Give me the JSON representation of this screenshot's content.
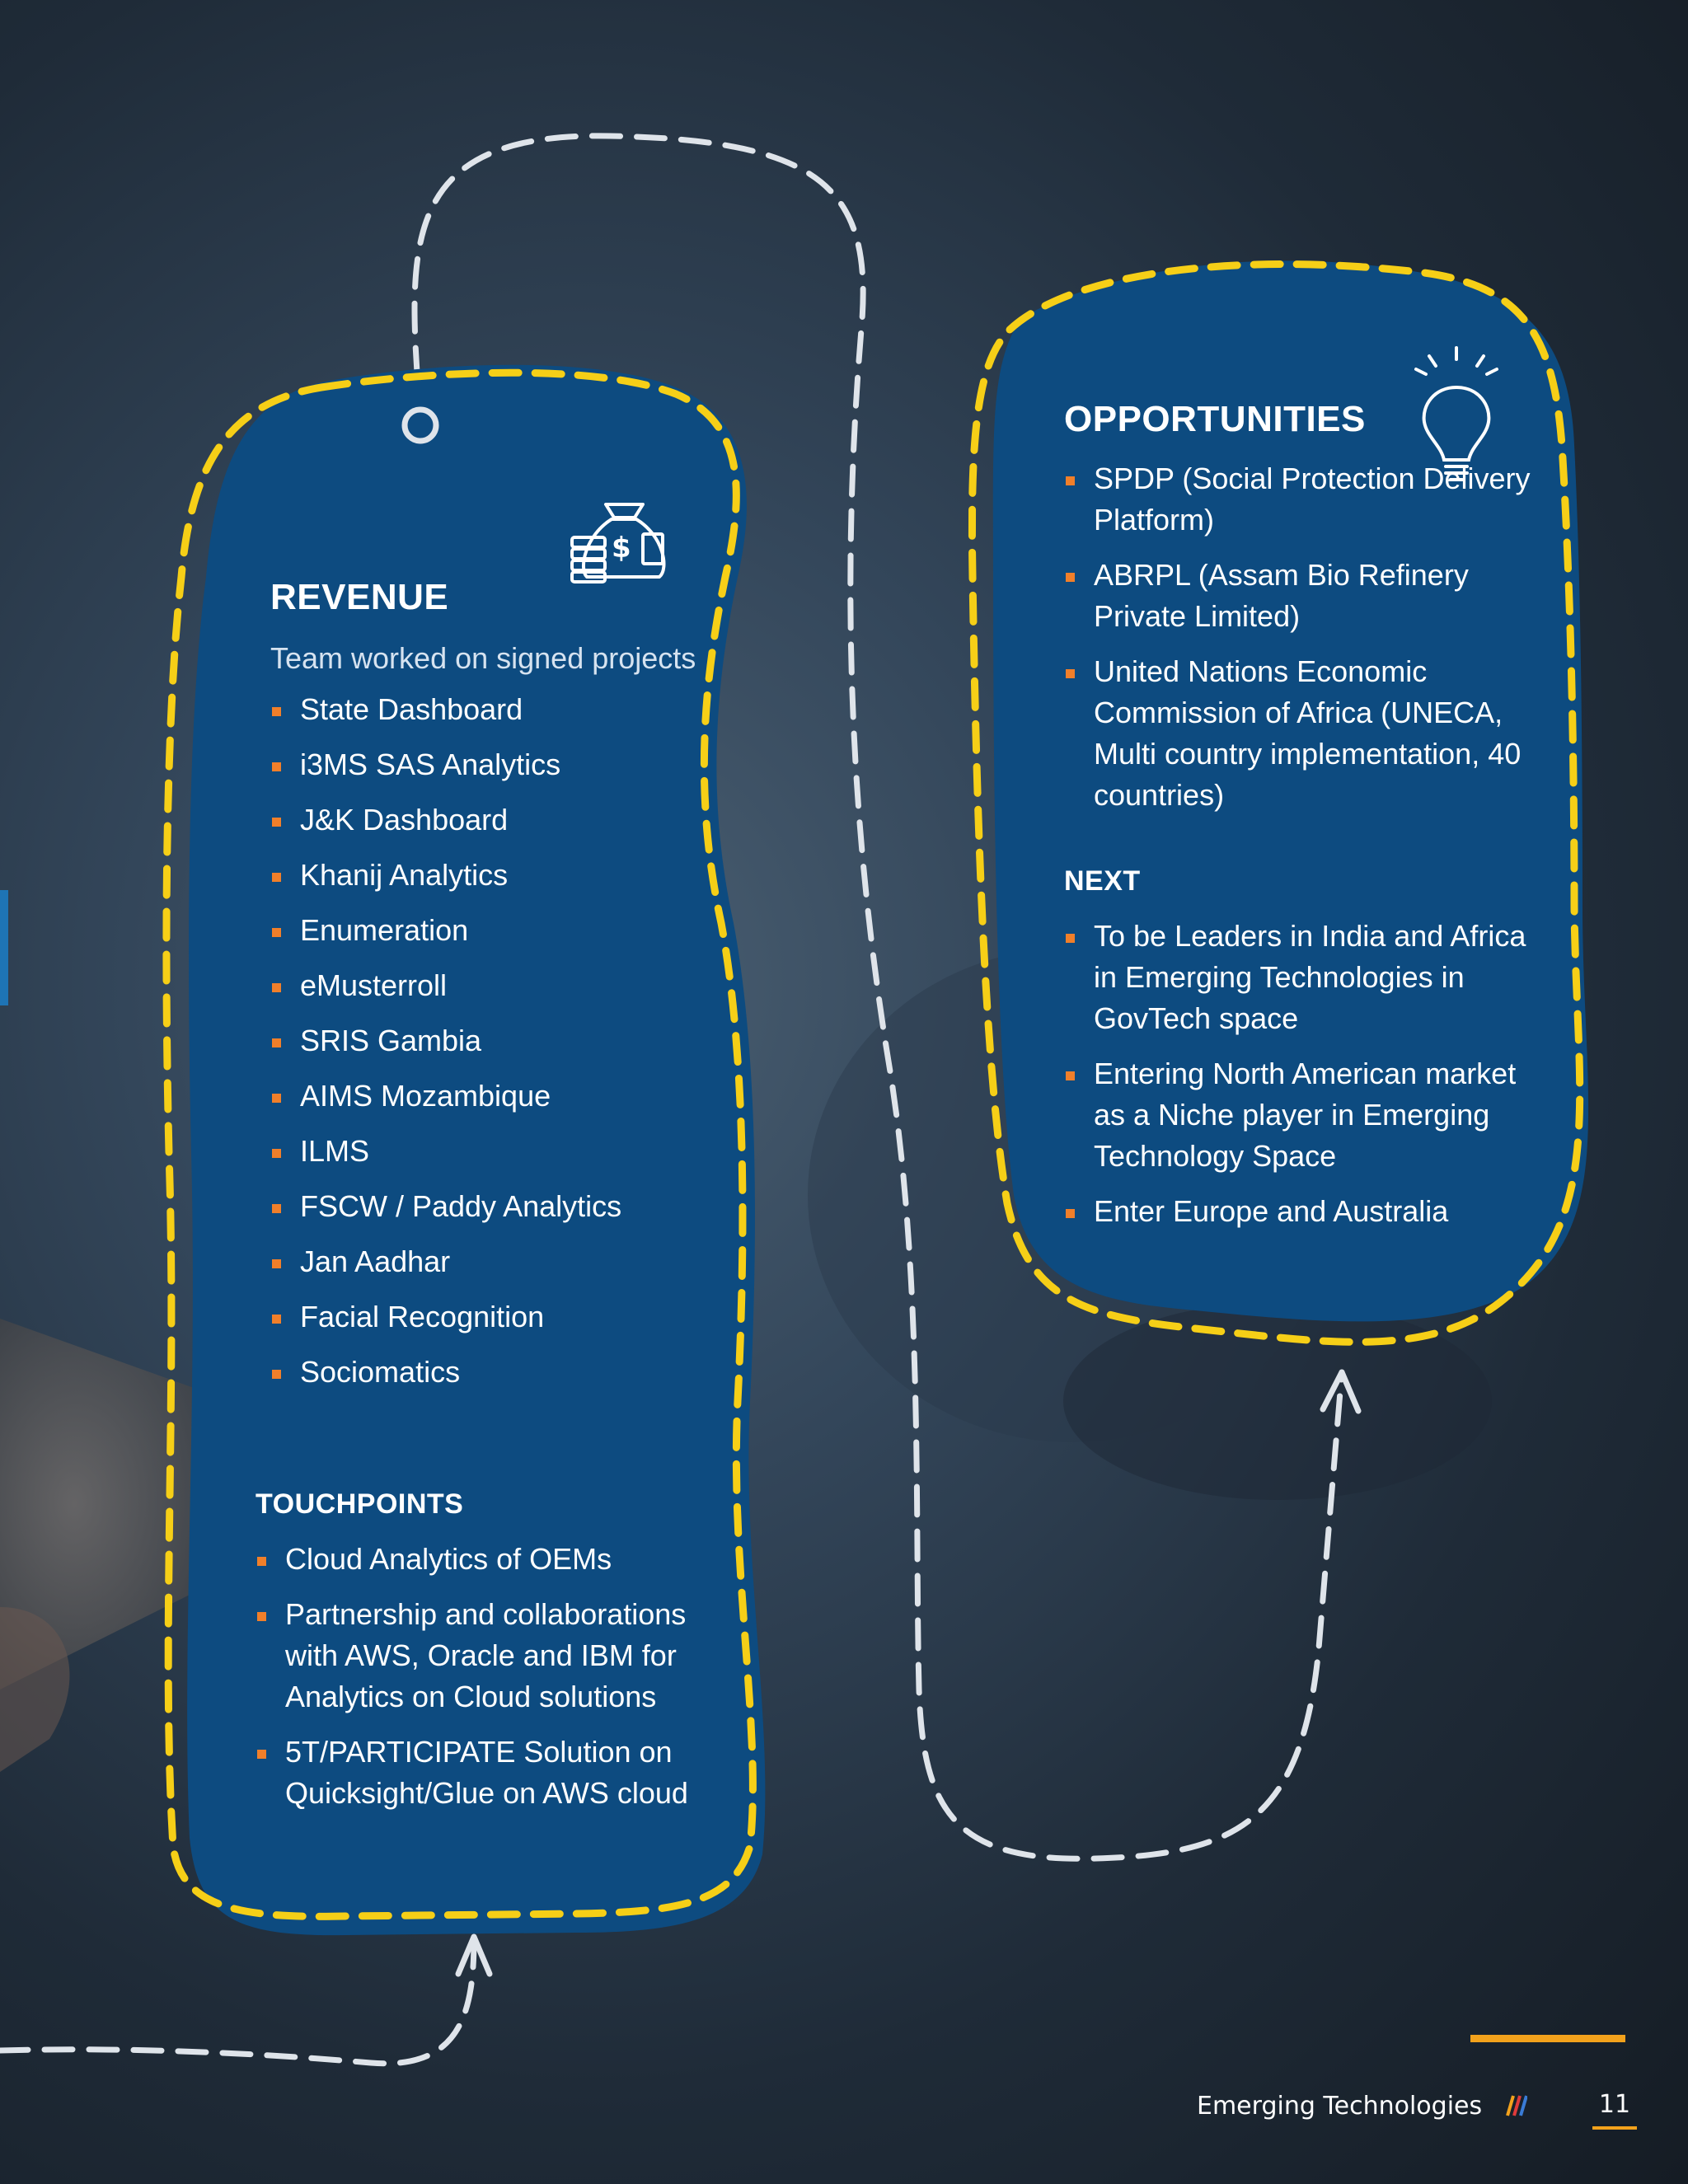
{
  "revenue": {
    "title": "REVENUE",
    "subtitle": "Team worked on signed projects",
    "items": [
      "State Dashboard",
      "i3MS SAS Analytics",
      "J&K Dashboard",
      "Khanij Analytics",
      "Enumeration",
      "eMusterroll",
      "SRIS Gambia",
      "AIMS Mozambique",
      "ILMS",
      "FSCW / Paddy Analytics",
      "Jan Aadhar",
      "Facial Recognition",
      "Sociomatics"
    ],
    "icon": "money-bag-icon"
  },
  "touchpoints": {
    "title": "TOUCHPOINTS",
    "items": [
      "Cloud Analytics of OEMs",
      "Partnership and collaborations with AWS, Oracle and IBM for Analytics on Cloud solutions",
      "5T/PARTICIPATE Solution on Quicksight/Glue on AWS cloud"
    ]
  },
  "opportunities": {
    "title": "OPPORTUNITIES",
    "items": [
      "SPDP (Social Protection Delivery Platform)",
      "ABRPL (Assam Bio Refinery Private Limited)",
      "United Nations Economic Commission of Africa (UNECA, Multi country implementation, 40 countries)"
    ],
    "icon": "lightbulb-icon"
  },
  "next": {
    "title": "NEXT",
    "items": [
      "To be Leaders in India and Africa in Emerging Technologies in GovTech space",
      "Entering North American market as a Niche player in Emerging Technology Space",
      "Enter Europe and Australia"
    ]
  },
  "footer": {
    "section_name": "Emerging Technologies",
    "page_number": "11"
  },
  "colors": {
    "card_blue": "#0d4b80",
    "dash_yellow": "#f6cf17",
    "path_white": "#dfe4ea",
    "bullet_orange": "#f07f2a",
    "accent_orange": "#f3a21c"
  }
}
